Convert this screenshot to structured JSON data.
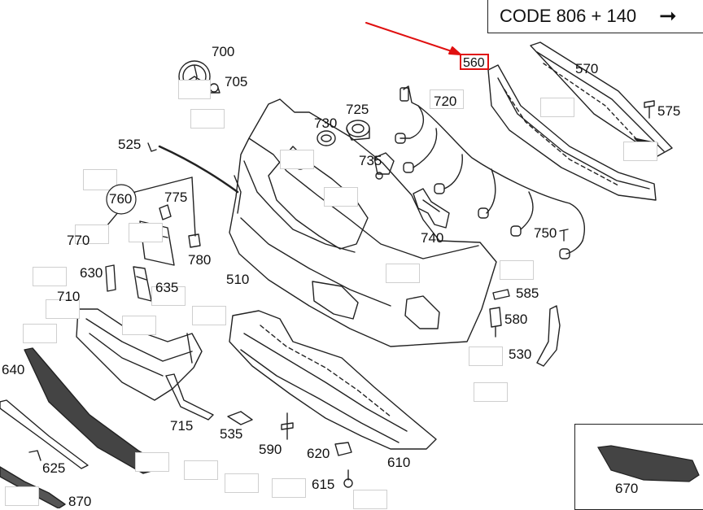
{
  "code_box": {
    "text": "CODE 806 + 140",
    "arrow_icon": "right-arrow-icon"
  },
  "highlight": {
    "label": "560",
    "color": "#e01010"
  },
  "parts": {
    "p700": "700",
    "p705": "705",
    "p720": "720",
    "p725": "725",
    "p730": "730",
    "p735": "735",
    "p525": "525",
    "p760": "760",
    "p775": "775",
    "p770": "770",
    "p780": "780",
    "p510": "510",
    "p740": "740",
    "p750": "750",
    "p570": "570",
    "p575": "575",
    "p630": "630",
    "p635": "635",
    "p710": "710",
    "p585": "585",
    "p580": "580",
    "p530": "530",
    "p640": "640",
    "p715": "715",
    "p535": "535",
    "p590": "590",
    "p620": "620",
    "p610": "610",
    "p615": "615",
    "p625": "625",
    "p870": "870",
    "p670": "670"
  }
}
